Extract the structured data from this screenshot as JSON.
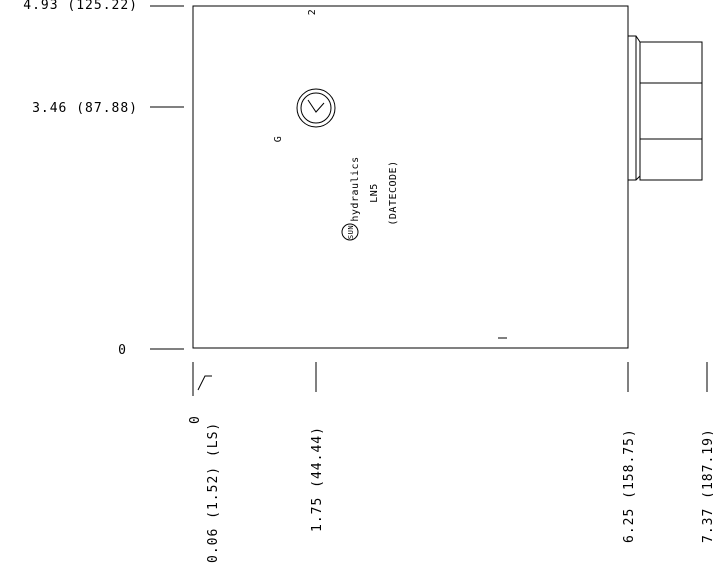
{
  "y_dimensions": [
    {
      "label": "4.93 (125.22)"
    },
    {
      "label": "3.46 (87.88)"
    },
    {
      "label": "0"
    }
  ],
  "x_dimensions": [
    {
      "label": "0"
    },
    {
      "label": "0.06 (1.52) (LS)"
    },
    {
      "label": "1.75 (44.44)"
    },
    {
      "label": "6.25 (158.75)"
    },
    {
      "label": "7.37 (187.19)"
    }
  ],
  "block": {
    "port_2_label": "2",
    "port_g_label": "G",
    "port_1_label": "1",
    "brand_logo": "SUN",
    "brand_text": "hydraulics",
    "model": "LN5",
    "datecode": "(DATECODE)"
  }
}
